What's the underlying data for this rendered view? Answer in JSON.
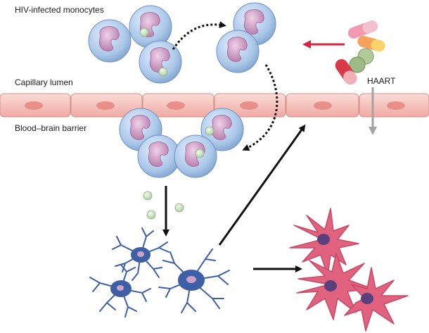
{
  "labels": {
    "monocytes": "HIV-infected monocytes",
    "lumen": "Capillary lumen",
    "bbb": "Blood–brain barrier",
    "haart": "HAART"
  },
  "colors": {
    "endothelium": "#f6c3bd",
    "endothelium_nucleus": "#e98f89",
    "monocyte_body": "#a9c6e8",
    "monocyte_nucleus": "#c78fbd",
    "virion": "#cfe3c3",
    "microglia": "#3e5fa6",
    "neuron": "#e0627e",
    "neuron_nucleus": "#5a3f7a",
    "haart_arrow": "#d9233f",
    "haart_block_arrow": "#a3a3a3",
    "arrow": "#111111"
  },
  "icons": {
    "monocyte": "monocyte-cell-icon",
    "virion": "hiv-virion-icon",
    "pills": "haart-pills-icon",
    "microglia": "microglia-cell-icon",
    "neuron": "neuron-cell-icon"
  }
}
